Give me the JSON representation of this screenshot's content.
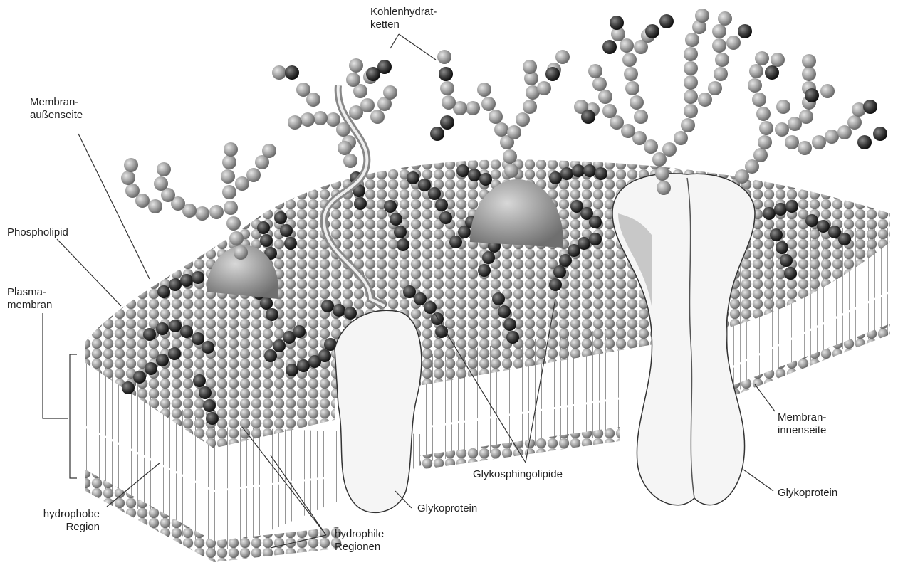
{
  "labels": {
    "carbohydrate_chains_1": "Kohlenhydrat-",
    "carbohydrate_chains_2": "ketten",
    "membrane_outer_1": "Membran-",
    "membrane_outer_2": "außenseite",
    "phospholipid": "Phospholipid",
    "plasma_membrane_1": "Plasma-",
    "plasma_membrane_2": "membran",
    "hydrophobic_1": "hydrophobe",
    "hydrophobic_2": "Region",
    "hydrophilic_1": "hydrophile",
    "hydrophilic_2": "Regionen",
    "glycoprotein_left": "Glykoprotein",
    "glycosphingolipids": "Glykosphingolipide",
    "glycoprotein_right": "Glykoprotein",
    "membrane_inner_1": "Membran-",
    "membrane_inner_2": "innenseite"
  },
  "colors": {
    "headgroup": "#a9a9a9",
    "headgroup_dark": "#3b3b3b",
    "protein": "#f4f4f4",
    "leader_line": "#333333"
  }
}
